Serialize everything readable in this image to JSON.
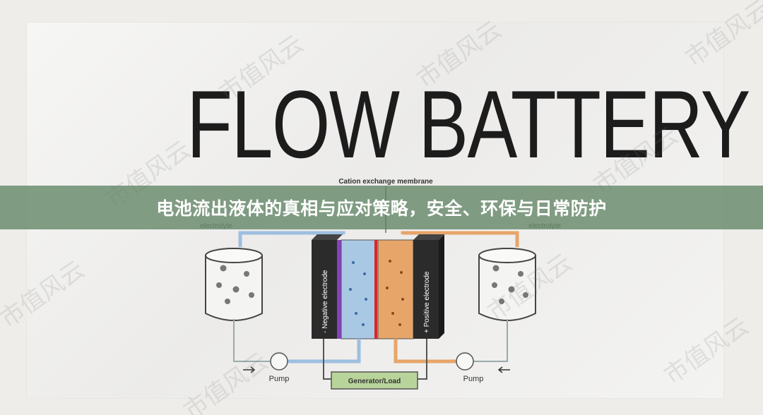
{
  "banner": {
    "title": "电池流出液体的真相与应对策略，安全、环保与日常防护"
  },
  "figure": {
    "headline": "FLOW BATTERY",
    "membrane_label": "Cation exchange membrane",
    "electrolyte_left": "electrolyte",
    "electrolyte_right": "electrolyte",
    "negative_electrode": "- Negative electrode",
    "positive_electrode": "+ Positive electrode",
    "pump_left": "Pump",
    "pump_right": "Pump",
    "generator": "Generator/Load"
  },
  "watermark": {
    "text": "市值风云"
  },
  "colors": {
    "banner": "#608464",
    "negative_electrolyte": "#a9c8e4",
    "positive_electrolyte": "#e7a56a",
    "membrane_purple": "#8a3fc0",
    "membrane_red": "#d8262c",
    "generator": "#b9d49a"
  }
}
